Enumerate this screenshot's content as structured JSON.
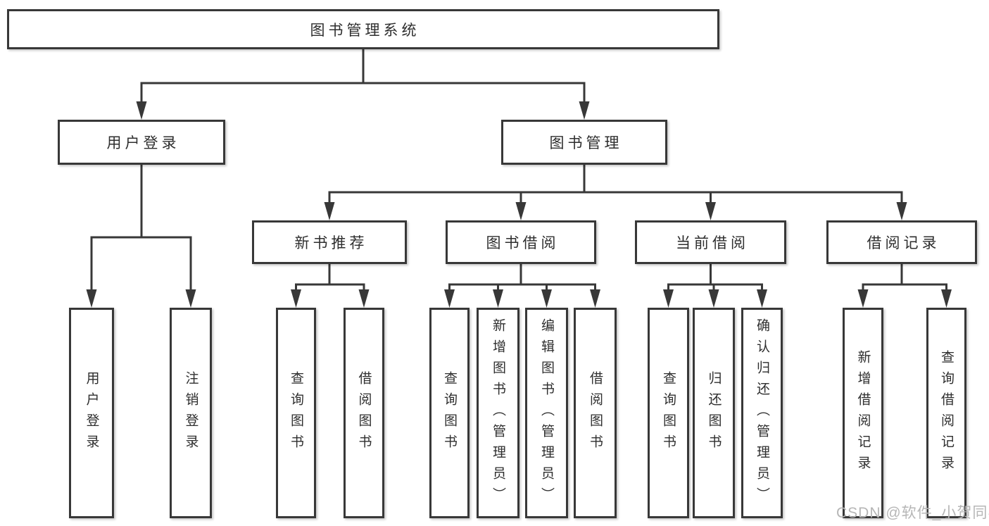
{
  "diagram": {
    "type": "hierarchy-tree",
    "watermark": "CSDN @软件_小贺同学",
    "line_color": "#383838",
    "box_background": "#ffffff",
    "text_color": "#2e2e2e",
    "watermark_color": "#b6b6b6",
    "nodes": [
      {
        "id": "root",
        "label": "图书管理系统",
        "parent": null,
        "orientation": "horizontal"
      },
      {
        "id": "user-login",
        "label": "用户登录",
        "parent": "root",
        "orientation": "horizontal"
      },
      {
        "id": "book-mgmt",
        "label": "图书管理",
        "parent": "root",
        "orientation": "horizontal"
      },
      {
        "id": "user-login-action",
        "label": "用户登录",
        "parent": "user-login",
        "orientation": "vertical"
      },
      {
        "id": "logout",
        "label": "注销登录",
        "parent": "user-login",
        "orientation": "vertical"
      },
      {
        "id": "new-book-rec",
        "label": "新书推荐",
        "parent": "book-mgmt",
        "orientation": "horizontal"
      },
      {
        "id": "book-borrow",
        "label": "图书借阅",
        "parent": "book-mgmt",
        "orientation": "horizontal"
      },
      {
        "id": "current-borrow",
        "label": "当前借阅",
        "parent": "book-mgmt",
        "orientation": "horizontal"
      },
      {
        "id": "borrow-records",
        "label": "借阅记录",
        "parent": "book-mgmt",
        "orientation": "horizontal"
      },
      {
        "id": "rec-query-book",
        "label": "查询图书",
        "parent": "new-book-rec",
        "orientation": "vertical"
      },
      {
        "id": "rec-borrow-book",
        "label": "借阅图书",
        "parent": "new-book-rec",
        "orientation": "vertical"
      },
      {
        "id": "bb-query-book",
        "label": "查询图书",
        "parent": "book-borrow",
        "orientation": "vertical"
      },
      {
        "id": "bb-add-book",
        "label": "新增图书（管理员）",
        "parent": "book-borrow",
        "orientation": "vertical"
      },
      {
        "id": "bb-edit-book",
        "label": "编辑图书（管理员）",
        "parent": "book-borrow",
        "orientation": "vertical"
      },
      {
        "id": "bb-borrow-book",
        "label": "借阅图书",
        "parent": "book-borrow",
        "orientation": "vertical"
      },
      {
        "id": "cb-query-book",
        "label": "查询图书",
        "parent": "current-borrow",
        "orientation": "vertical"
      },
      {
        "id": "cb-return-book",
        "label": "归还图书",
        "parent": "current-borrow",
        "orientation": "vertical"
      },
      {
        "id": "cb-confirm-return",
        "label": "确认归还（管理员）",
        "parent": "current-borrow",
        "orientation": "vertical"
      },
      {
        "id": "br-add-record",
        "label": "新增借阅记录",
        "parent": "borrow-records",
        "orientation": "vertical"
      },
      {
        "id": "br-query-record",
        "label": "查询借阅记录",
        "parent": "borrow-records",
        "orientation": "vertical"
      }
    ]
  }
}
